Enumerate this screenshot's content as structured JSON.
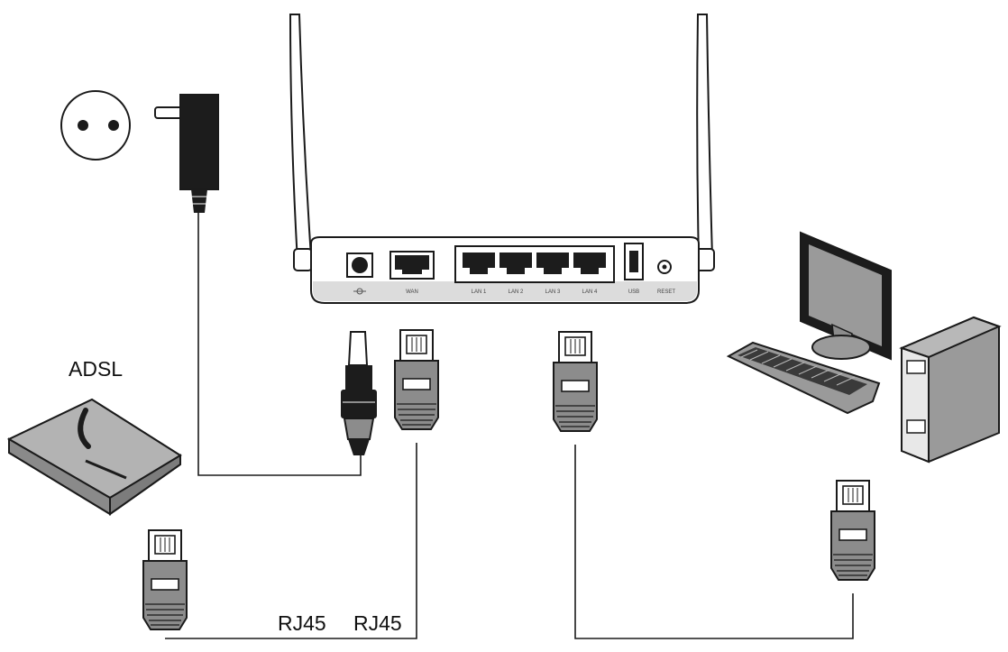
{
  "labels": {
    "adsl": "ADSL",
    "rj45_left": "RJ45",
    "rj45_right": "RJ45"
  },
  "router": {
    "port_labels": [
      "WAN",
      "LAN 1",
      "LAN 2",
      "LAN 3",
      "LAN 4",
      "USB",
      "RESET"
    ]
  },
  "icons": [
    "power-socket-icon",
    "power-adapter-icon",
    "router-icon",
    "antenna-icon",
    "power-plug-icon",
    "rj45-connector-icon",
    "adsl-modem-icon",
    "monitor-icon",
    "keyboard-icon",
    "pc-tower-icon"
  ],
  "colors": {
    "line": "#1a1a1a",
    "body_fill": "#ffffff",
    "connector_fill": "#8c8c8c",
    "device_gray": "#9a9a9a",
    "dark": "#1c1c1c"
  }
}
